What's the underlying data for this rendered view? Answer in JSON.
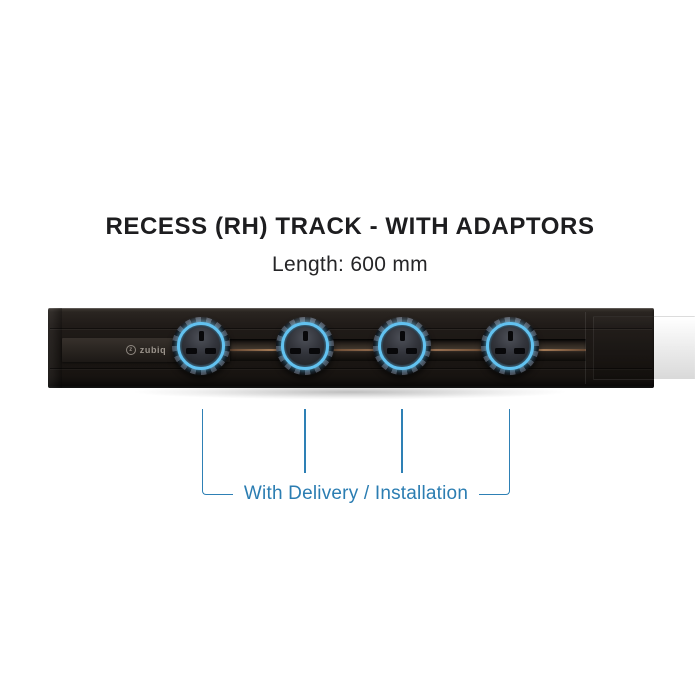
{
  "header": {
    "title": "RECESS (RH) TRACK - WITH ADAPTORS",
    "subtitle": "Length: 600 mm"
  },
  "product": {
    "brand_label": "zubiq",
    "type": "recessed power track with plug-in adaptors",
    "adaptor_count": 4,
    "socket_style": "UK 3-pin (earth top, live and neutral bottom)",
    "colors": {
      "track_body": "#1b1714",
      "led_ring": "#62c2f0",
      "copper_strip": "#b8885e",
      "brand_text": "#9a938b"
    }
  },
  "annotation": {
    "label": "With Delivery / Installation",
    "color": "#2b7db2"
  }
}
